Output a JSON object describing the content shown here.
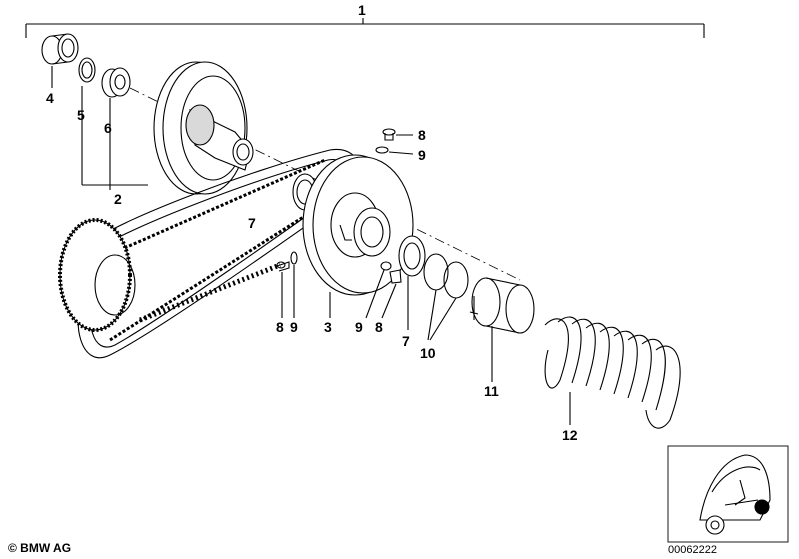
{
  "labels": {
    "l1": "1",
    "l2": "2",
    "l3": "3",
    "l4": "4",
    "l5": "5",
    "l6": "6",
    "l7a": "7",
    "l7b": "7",
    "l8a": "8",
    "l8b": "8",
    "l8c": "8",
    "l9a": "9",
    "l9b": "9",
    "l9c": "9",
    "l10": "10",
    "l11": "11",
    "l12": "12"
  },
  "copyright": "© BMW AG",
  "image_number": "00062222",
  "colors": {
    "line": "#000000",
    "background": "#ffffff",
    "fill_gray": "#d9d9d9"
  }
}
